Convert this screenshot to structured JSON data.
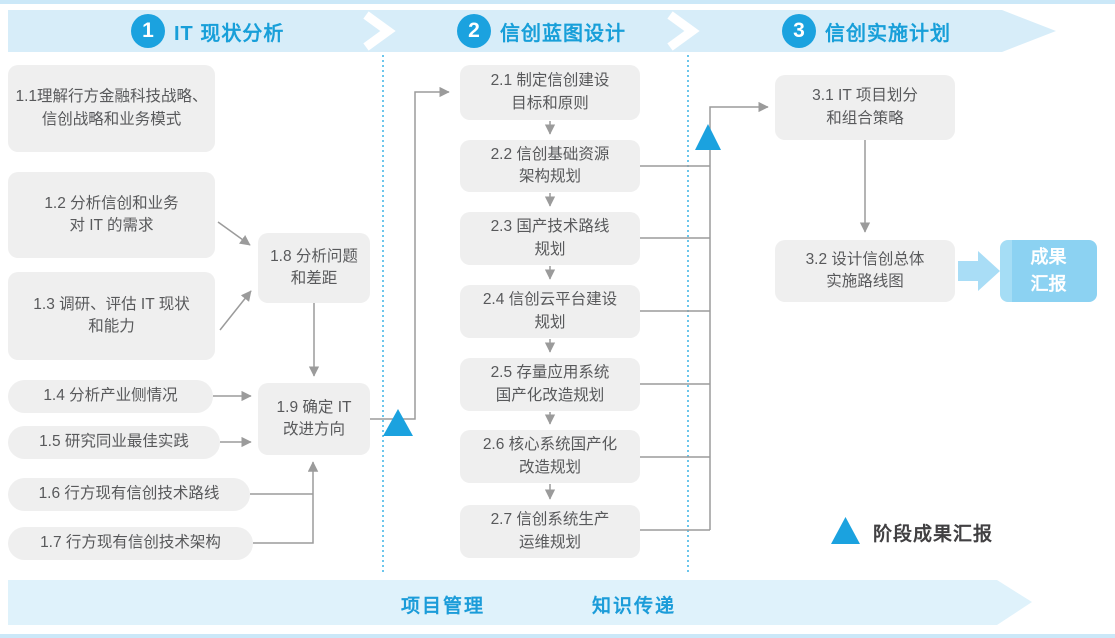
{
  "header": {
    "phases": [
      {
        "number": "1",
        "title": "IT 现状分析"
      },
      {
        "number": "2",
        "title": "信创蓝图设计"
      },
      {
        "number": "3",
        "title": "信创实施计划"
      }
    ]
  },
  "phase1": {
    "steps": [
      {
        "lines": [
          "1.1理解行方金融科技战略、",
          "信创战略和业务模式"
        ]
      },
      {
        "lines": [
          "1.2 分析信创和业务",
          "对 IT 的需求"
        ]
      },
      {
        "lines": [
          "1.3 调研、评估 IT 现状",
          "和能力"
        ]
      },
      {
        "lines": [
          "1.4 分析产业侧情况"
        ]
      },
      {
        "lines": [
          "1.5 研究同业最佳实践"
        ]
      },
      {
        "lines": [
          "1.6 行方现有信创技术路线"
        ]
      },
      {
        "lines": [
          "1.7 行方现有信创技术架构"
        ]
      },
      {
        "lines": [
          "1.8 分析问题",
          "和差距"
        ]
      },
      {
        "lines": [
          "1.9 确定 IT",
          "改进方向"
        ]
      }
    ]
  },
  "phase2": {
    "steps": [
      {
        "lines": [
          "2.1 制定信创建设",
          "目标和原则"
        ]
      },
      {
        "lines": [
          "2.2 信创基础资源",
          "架构规划"
        ]
      },
      {
        "lines": [
          "2.3 国产技术路线",
          "规划"
        ]
      },
      {
        "lines": [
          "2.4 信创云平台建设",
          "规划"
        ]
      },
      {
        "lines": [
          "2.5 存量应用系统",
          "国产化改造规划"
        ]
      },
      {
        "lines": [
          "2.6 核心系统国产化",
          "改造规划"
        ]
      },
      {
        "lines": [
          "2.7 信创系统生产",
          "运维规划"
        ]
      }
    ]
  },
  "phase3": {
    "steps": [
      {
        "lines": [
          "3.1 IT 项目划分",
          "和组合策略"
        ]
      },
      {
        "lines": [
          "3.2 设计信创总体",
          "实施路线图"
        ]
      }
    ]
  },
  "result_box": {
    "lines": [
      "成果",
      "汇报"
    ]
  },
  "legend": {
    "label": "阶段成果汇报"
  },
  "bottom_bar": {
    "labels": [
      "项目管理",
      "知识传递"
    ]
  },
  "colors": {
    "accent_blue": "#1BA2DF",
    "ribbon_bg": "#D7EDF9",
    "bottom_bar_bg": "#DFF2FB",
    "header_text": "#189FD9",
    "box_bg": "#EFEFEF",
    "box_text": "#58595B",
    "line_gray": "#9B9B9B",
    "dotted_separator": "#3CB4E5",
    "result_box_bg": "#8CD2F2",
    "thick_arrow": "#A9DDF6",
    "legend_text": "#414042"
  }
}
